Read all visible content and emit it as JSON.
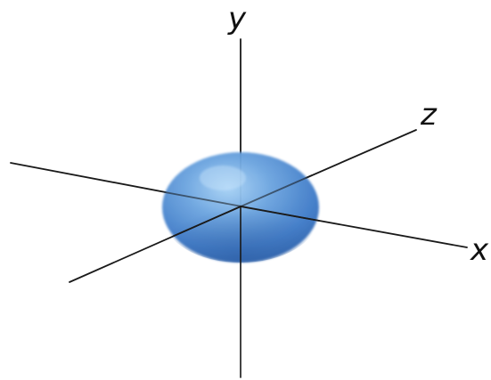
{
  "axes": {
    "x_label": "x",
    "y_label": "y",
    "z_label": "z"
  },
  "ellipsoid": {
    "fill_color": "#4a86cf",
    "highlight_color": "#8fc0ef",
    "edge_color": "#2f62a8"
  },
  "axis_color": "#1a1a1a",
  "background_color": "#ffffff"
}
